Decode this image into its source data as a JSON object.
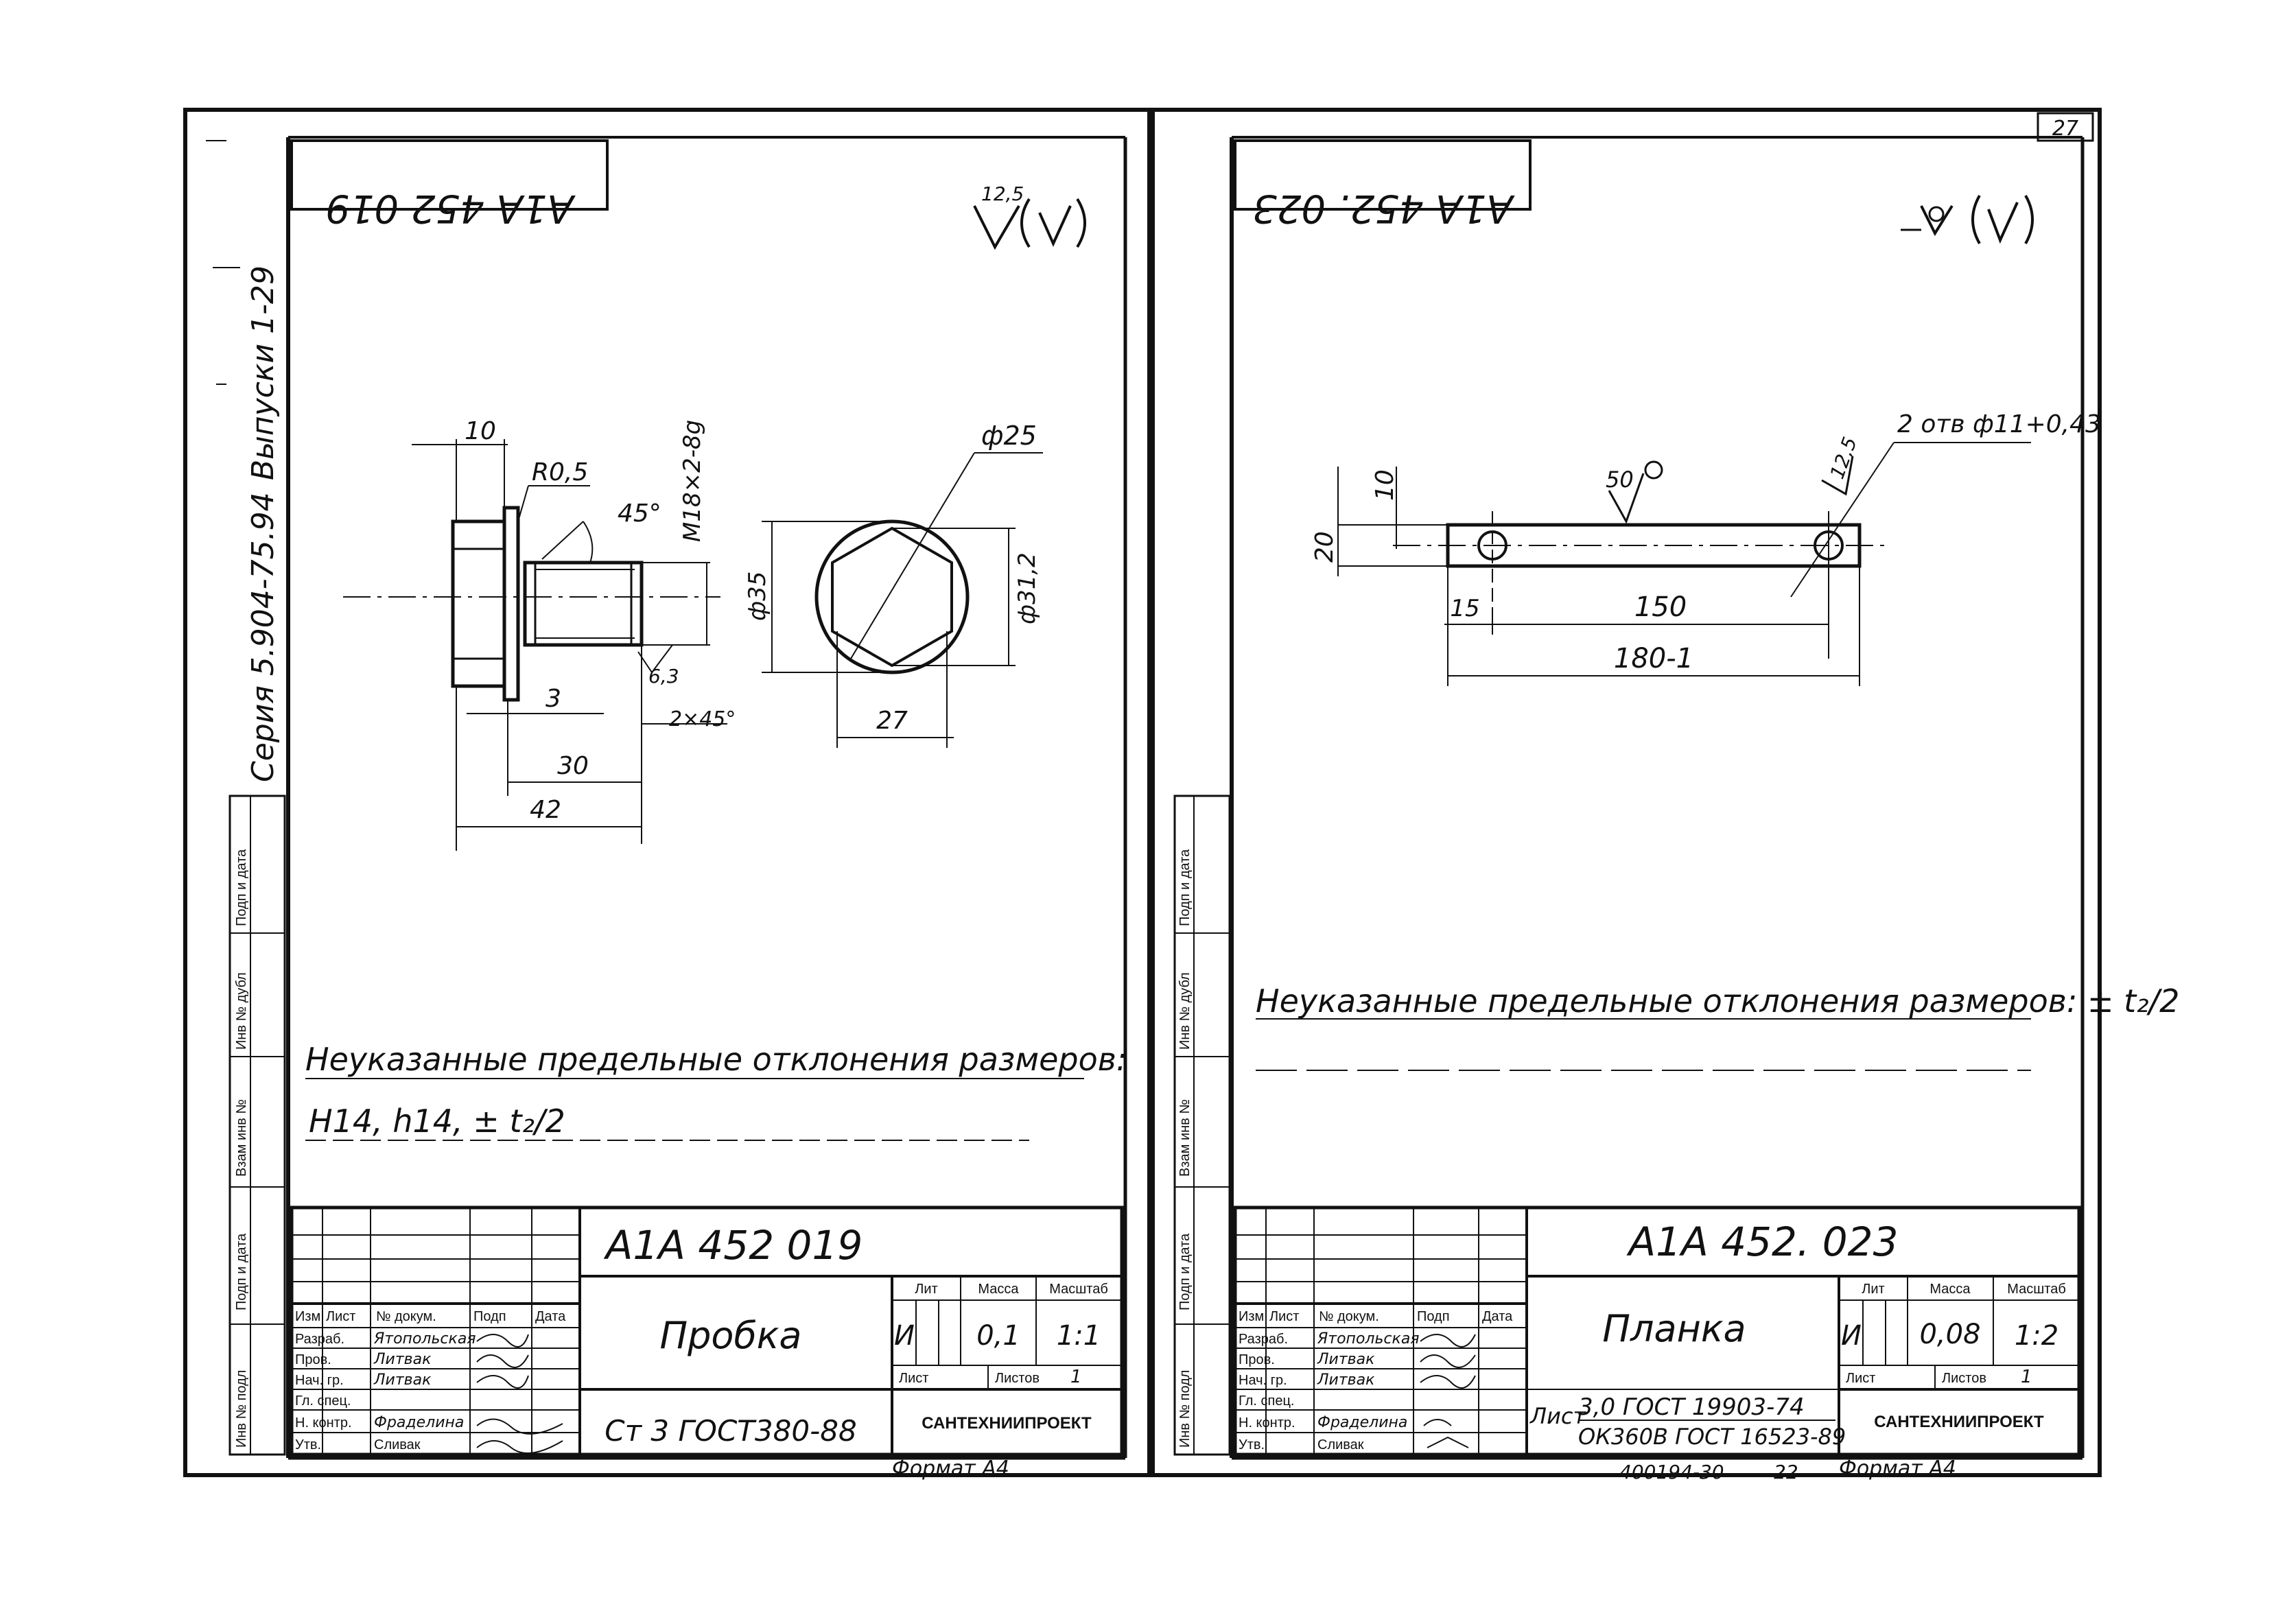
{
  "sheet_number": "27",
  "side_strip": {
    "series": "Серия 5.904-75.94",
    "issue": "Выпуски 1-29",
    "stamp_fields": [
      "Инв № подл",
      "Подп и дата",
      "Взам инв №",
      "Инв № дубл",
      "Подп и дата"
    ]
  },
  "left_sheet": {
    "mirrored_code": "А1А 452 019",
    "roughness_value": "12,5",
    "dims": {
      "d10": "10",
      "r05": "R0,5",
      "a45": "45°",
      "thread": "М18×2-8g",
      "d63": "6,3",
      "d3": "3",
      "chamfer": "2×45°",
      "d30": "30",
      "d42": "42",
      "phi25": "ф25",
      "phi35": "ф35",
      "phi312": "ф31,2",
      "d27": "27"
    },
    "note_line1": "Неуказанные предельные отклонения размеров:",
    "note_line2": "Н14, h14, ± t₂/2",
    "title_block": {
      "designation": "А1А 452 019",
      "name": "Пробка",
      "material": "Ст 3 ГОСТ380-88",
      "lit_label": "Лит",
      "mass_label": "Масса",
      "scale_label": "Масштаб",
      "lit": "И",
      "mass": "0,1",
      "scale": "1:1",
      "sheet_label": "Лист",
      "sheets_label": "Листов",
      "sheets": "1",
      "org": "САНТЕХНИИПРОЕКТ",
      "head": [
        "Изм",
        "Лист",
        "№ докум.",
        "Подп",
        "Дата"
      ],
      "roles": [
        "Разраб.",
        "Пров.",
        "Нач. гр.",
        "Гл. спец.",
        "Н. контр.",
        "Утв."
      ],
      "names": [
        "Ятопольская",
        "Литвак",
        "Литвак",
        "",
        "Фраделина",
        "Сливак"
      ],
      "format": "Формат А4"
    }
  },
  "right_sheet": {
    "mirrored_code": "А1А 452. 023",
    "dims": {
      "holes": "2 отв ф11+0,43",
      "rough50": "50",
      "rough125": "12,5",
      "d10": "10",
      "d20": "20",
      "d15": "15",
      "d150": "150",
      "d180": "180-1"
    },
    "note": "Неуказанные предельные отклонения размеров: ± t₂/2",
    "title_block": {
      "designation": "А1А 452. 023",
      "name": "Планка",
      "material_prefix": "Лист",
      "material_line1": "3,0 ГОСТ 19903-74",
      "material_line2": "ОК360В ГОСТ 16523-89",
      "lit_label": "Лит",
      "mass_label": "Масса",
      "scale_label": "Масштаб",
      "lit": "И",
      "mass": "0,08",
      "scale": "1:2",
      "sheet_label": "Лист",
      "sheets_label": "Листов",
      "sheets": "1",
      "org": "САНТЕХНИИПРОЕКТ",
      "head": [
        "Изм",
        "Лист",
        "№ докум.",
        "Подп",
        "Дата"
      ],
      "roles": [
        "Разраб.",
        "Пров.",
        "Нач. гр.",
        "Гл. спец.",
        "Н. контр.",
        "Утв."
      ],
      "names": [
        "Ятопольская",
        "Литвак",
        "Литвак",
        "",
        "Фраделина",
        "Сливак"
      ],
      "bottom_code": "400194-30",
      "bottom_num": "22",
      "format": "Формат А4"
    }
  }
}
